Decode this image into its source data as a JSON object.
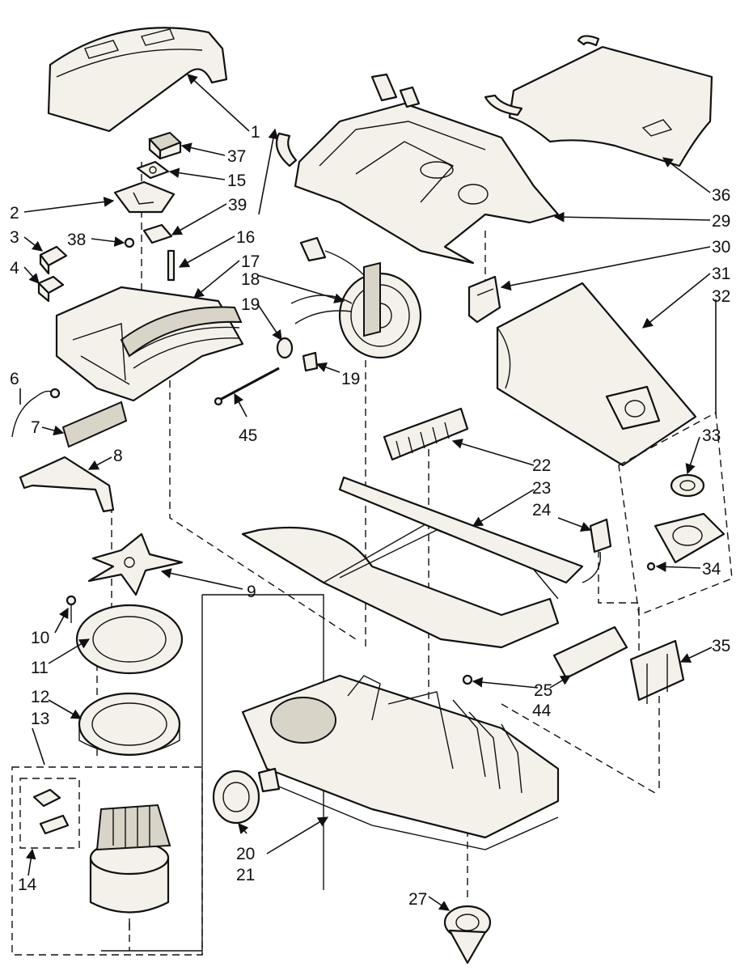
{
  "labels": {
    "1": "1",
    "2": "2",
    "3": "3",
    "4": "4",
    "6": "6",
    "7": "7",
    "8": "8",
    "9": "9",
    "10": "10",
    "11": "11",
    "12": "12",
    "13": "13",
    "14": "14",
    "15": "15",
    "16": "16",
    "17": "17",
    "18": "18",
    "19": "19",
    "19b": "19",
    "20": "20",
    "21": "21",
    "22": "22",
    "23": "23",
    "24": "24",
    "25": "25",
    "27": "27",
    "29": "29",
    "30": "30",
    "31": "31",
    "32": "32",
    "33": "33",
    "34": "34",
    "35": "35",
    "36": "36",
    "37": "37",
    "38": "38",
    "39": "39",
    "44": "44",
    "45": "45"
  }
}
